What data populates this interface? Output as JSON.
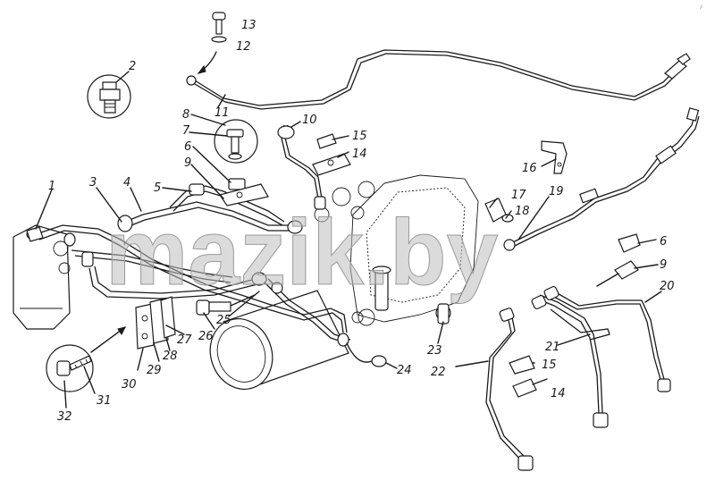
{
  "diagram": {
    "watermark": "mazik.by",
    "corner_mark": "⁄",
    "callouts": [
      {
        "id": "c1",
        "label": "1"
      },
      {
        "id": "c2",
        "label": "2"
      },
      {
        "id": "c3",
        "label": "3"
      },
      {
        "id": "c4",
        "label": "4"
      },
      {
        "id": "c5",
        "label": "5"
      },
      {
        "id": "c6a",
        "label": "6"
      },
      {
        "id": "c6b",
        "label": "6"
      },
      {
        "id": "c7",
        "label": "7"
      },
      {
        "id": "c8",
        "label": "8"
      },
      {
        "id": "c9a",
        "label": "9"
      },
      {
        "id": "c9b",
        "label": "9"
      },
      {
        "id": "c10",
        "label": "10"
      },
      {
        "id": "c11",
        "label": "11"
      },
      {
        "id": "c12",
        "label": "12"
      },
      {
        "id": "c13",
        "label": "13"
      },
      {
        "id": "c14a",
        "label": "14"
      },
      {
        "id": "c14b",
        "label": "14"
      },
      {
        "id": "c15a",
        "label": "15"
      },
      {
        "id": "c15b",
        "label": "15"
      },
      {
        "id": "c16",
        "label": "16"
      },
      {
        "id": "c17",
        "label": "17"
      },
      {
        "id": "c18",
        "label": "18"
      },
      {
        "id": "c19",
        "label": "19"
      },
      {
        "id": "c20",
        "label": "20"
      },
      {
        "id": "c21",
        "label": "21"
      },
      {
        "id": "c22",
        "label": "22"
      },
      {
        "id": "c23",
        "label": "23"
      },
      {
        "id": "c24",
        "label": "24"
      },
      {
        "id": "c25",
        "label": "25"
      },
      {
        "id": "c26",
        "label": "26"
      },
      {
        "id": "c27",
        "label": "27"
      },
      {
        "id": "c28",
        "label": "28"
      },
      {
        "id": "c29",
        "label": "29"
      },
      {
        "id": "c30",
        "label": "30"
      },
      {
        "id": "c31",
        "label": "31"
      },
      {
        "id": "c32",
        "label": "32"
      }
    ]
  }
}
